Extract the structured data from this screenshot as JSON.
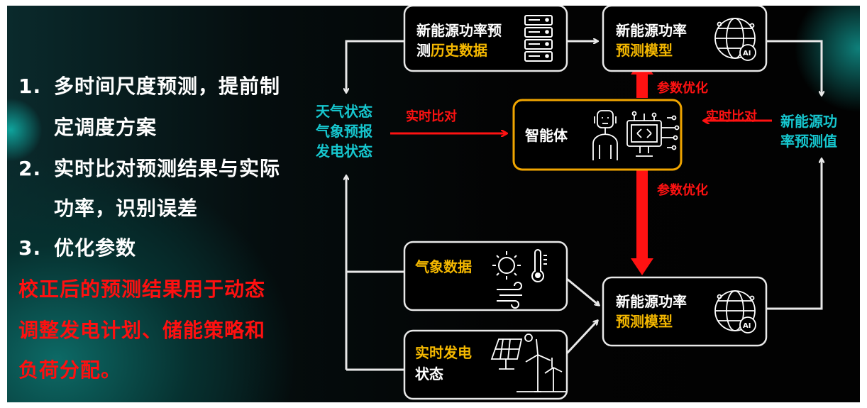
{
  "list": {
    "item1_number": "1.",
    "item1_line1": "多时间尺度预测，提前制",
    "item1_line2": "定调度方案",
    "item2_number": "2.",
    "item2_line1": "实时比对预测结果与实际",
    "item2_line2": "功率，识别误差",
    "item3_number": "3.",
    "item3_line1": "优化参数"
  },
  "conclusion": {
    "line1": "校正后的预测结果用于动态",
    "line2": "调整发电计划、储能策略和",
    "line3": "负荷分配。"
  },
  "diagram": {
    "history_box": {
      "line1": "新能源功率预",
      "line2_prefix": "测",
      "line2_highlight": "历史数据",
      "icon": "server-icon"
    },
    "model_top": {
      "line1": "新能源功率",
      "line2": "预测模型",
      "icon": "ai-globe-icon"
    },
    "model_bottom": {
      "line1": "新能源功率",
      "line2": "预测模型",
      "icon": "ai-globe-icon"
    },
    "agent_box": {
      "label": "智能体",
      "icons": [
        "robot-icon",
        "circuit-computer-icon"
      ]
    },
    "weather_state": {
      "line1": "天气状态",
      "line2": "气象预报",
      "line3": "发电状态"
    },
    "predicted_value": {
      "line1": "新能源功",
      "line2": "率预测值"
    },
    "meteo_box": {
      "label": "气象数据",
      "icons": [
        "sun-icon",
        "thermometer-icon",
        "wind-icon"
      ]
    },
    "realtime_box": {
      "line1": "实时发电",
      "line2": "状态",
      "icons": [
        "solar-panel-icon",
        "wind-turbine-icon"
      ]
    },
    "label_compare_left": "实时比对",
    "label_compare_right": "实时比对",
    "label_optimize_top": "参数优化",
    "label_optimize_bottom": "参数优化",
    "colors": {
      "accent_yellow": "#f5b800",
      "accent_red": "#ff1212",
      "accent_cyan": "#16c7cf",
      "box_border": "#e8e8e8",
      "agent_border": "#f0a500"
    }
  }
}
